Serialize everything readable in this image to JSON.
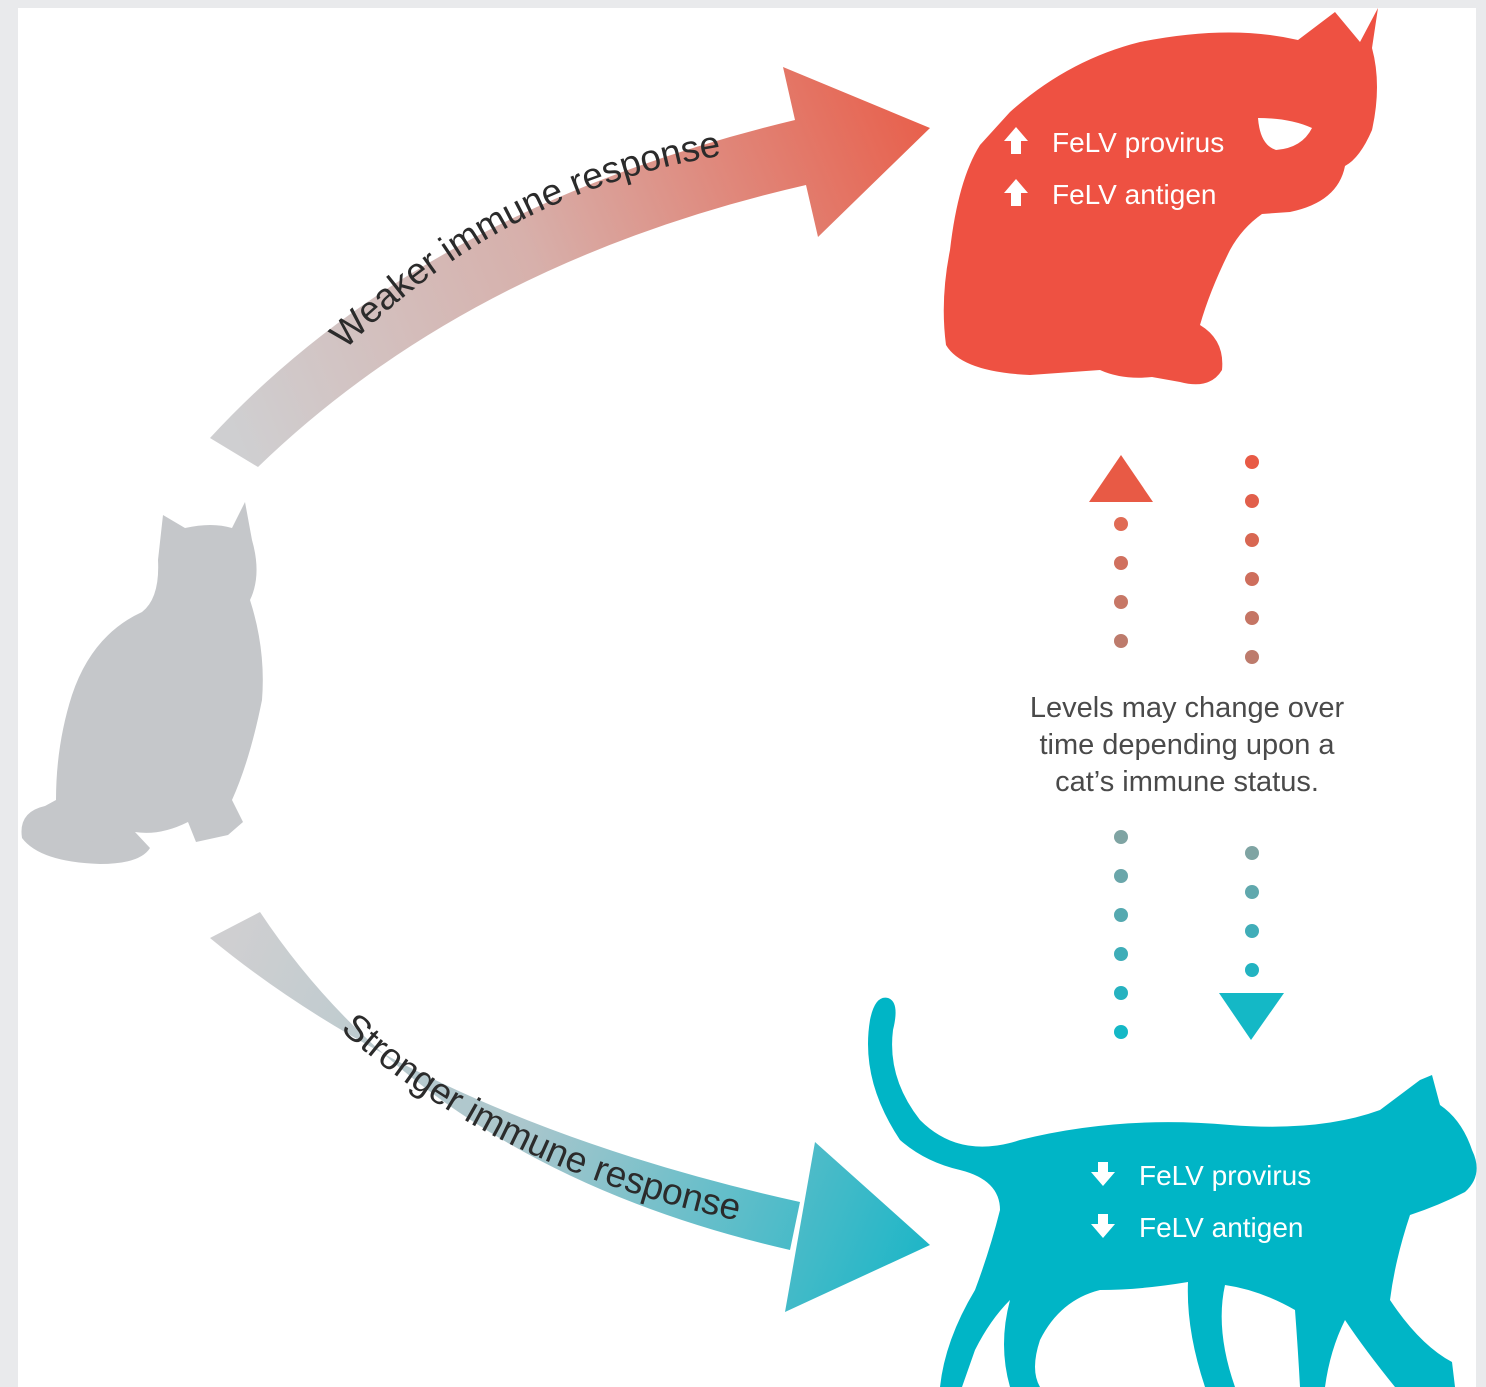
{
  "arrows": {
    "weaker": {
      "label": "Weaker immune response",
      "gradient_start": "#cfcfd1",
      "gradient_end": "#e8604c"
    },
    "stronger": {
      "label": "Stronger immune response",
      "gradient_start": "#cfcfd1",
      "gradient_end": "#1fb6c7"
    }
  },
  "cats": {
    "neutral": {
      "color": "#c5c7ca"
    },
    "progressive": {
      "color": "#ee5142",
      "provirus_label": "FeLV provirus",
      "antigen_label": "FeLV antigen",
      "indicator_icon": "up-arrow-icon"
    },
    "regressive": {
      "color": "#00b5c6",
      "provirus_label": "FeLV provirus",
      "antigen_label": "FeLV antigen",
      "indicator_icon": "down-arrow-icon"
    }
  },
  "transition_note": {
    "line1": "Levels may change over",
    "line2": "time depending upon a",
    "line3": "cat’s immune status."
  },
  "colors": {
    "dot_red": "#e85a45",
    "dot_brown": "#c07a68",
    "dot_grey_teal": "#7fa4a3",
    "dot_teal": "#14b8c6"
  }
}
